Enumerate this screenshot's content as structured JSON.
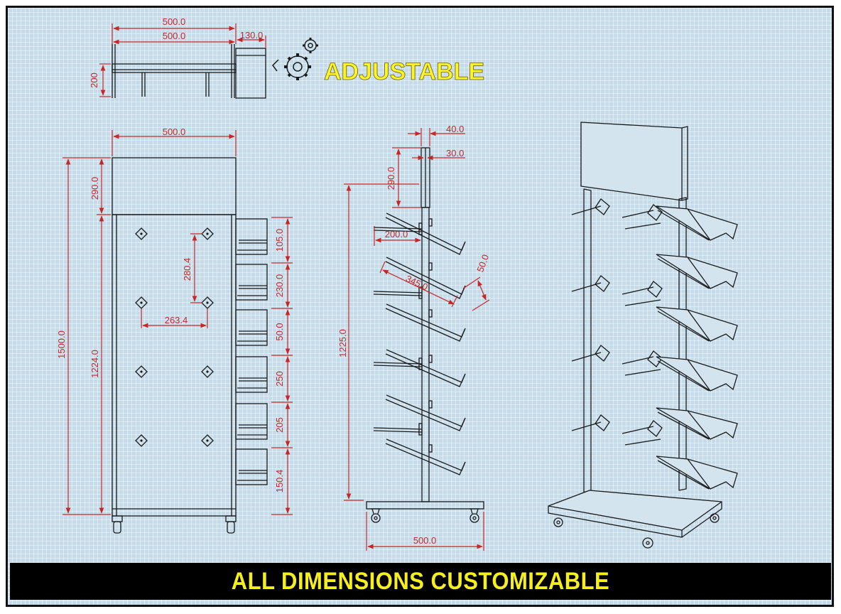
{
  "colors": {
    "dimension": "#c62828",
    "outline": "#1a1a1a",
    "accent": "#f6ef1e",
    "background": "#c5dbe9"
  },
  "header": {
    "adjustable_label": "ADJUSTABLE",
    "icon": "gears-icon"
  },
  "footer": {
    "banner_text": "ALL DIMENSIONS CUSTOMIZABLE"
  },
  "top_view": {
    "width_outer": "500.0",
    "width_inner": "500.0",
    "tray_depth": "130.0",
    "height": "200"
  },
  "front_view": {
    "width": "500.0",
    "header_height": "290.0",
    "total_height": "1500.0",
    "panel_height": "1224.0",
    "hook_vertical_spacing": "280.4",
    "hook_horizontal_spacing": "263.4",
    "tray_spacings": [
      "105.0",
      "230.0",
      "50.0",
      "250",
      "205",
      "150.4"
    ]
  },
  "side_view": {
    "post_outer": "40.0",
    "post_inner": "30.0",
    "header_height": "290.0",
    "hook_length": "200.0",
    "tray_length": "345.0",
    "tray_lip": "50.0",
    "height": "1225.0",
    "base_width": "500.0"
  }
}
